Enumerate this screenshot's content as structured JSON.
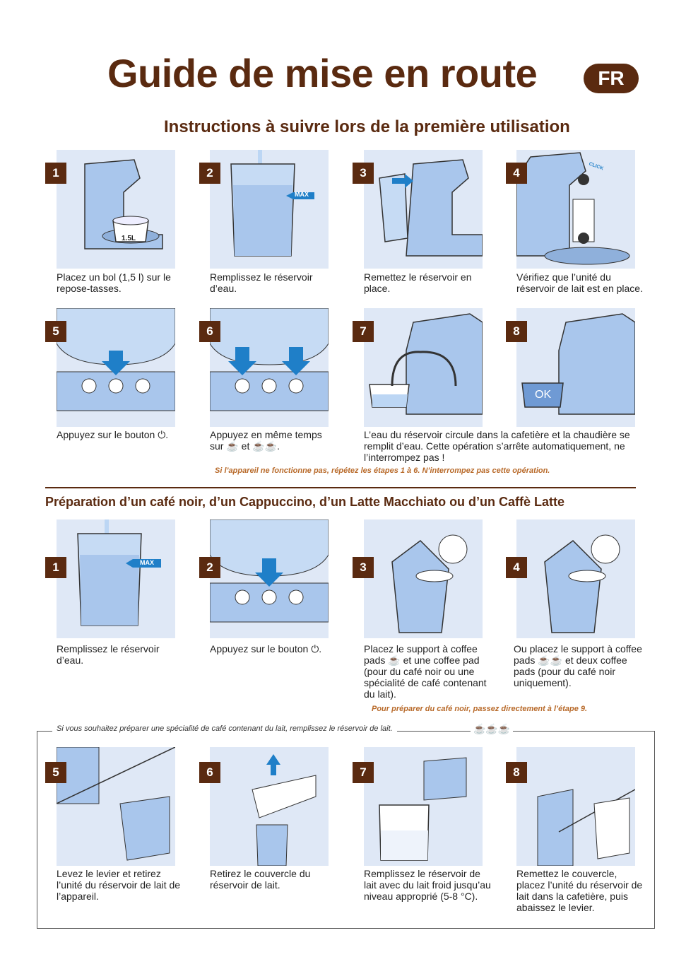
{
  "header": {
    "title": "Guide de mise en route",
    "lang": "FR",
    "subtitle1": "Instructions à suivre lors de la première utilisation",
    "subtitle2": "Préparation d’un café noir, d’un Cappuccino, d’un Latte Macchiato ou d’un Caffè Latte"
  },
  "section1": {
    "steps": [
      {
        "num": "1",
        "caption": "Placez un bol (1,5 l) sur le repose-tasses.",
        "label": "1.5L"
      },
      {
        "num": "2",
        "caption": "Remplissez le réservoir d’eau.",
        "label": "MAX"
      },
      {
        "num": "3",
        "caption": "Remettez le réservoir en place."
      },
      {
        "num": "4",
        "caption": "Vérifiez que l’unité du réservoir de lait est en place.",
        "label": "CLICK"
      },
      {
        "num": "5",
        "caption": "Appuyez sur le bouton ⏻."
      },
      {
        "num": "6",
        "caption": "Appuyez en même temps sur ☕ et ☕☕."
      },
      {
        "num": "7",
        "caption": "L’eau du réservoir circule dans la cafetière et la chaudière se remplit d’eau. Cette opération s’arrête automatiquement, ne l’interrompez pas !"
      },
      {
        "num": "8",
        "caption": "",
        "label": "OK"
      }
    ],
    "note": "Si l’appareil ne fonctionne pas, répétez les étapes 1 à 6. N’interrompez pas cette opération."
  },
  "section2": {
    "steps": [
      {
        "num": "1",
        "caption": "Remplissez le réservoir d’eau.",
        "label": "MAX"
      },
      {
        "num": "2",
        "caption": "Appuyez sur le bouton ⏻."
      },
      {
        "num": "3",
        "caption": "Placez le support à coffee pads ☕ et une coffee pad (pour du café noir ou une spécialité de café contenant du lait)."
      },
      {
        "num": "4",
        "caption": "Ou placez le support à coffee pads ☕☕ et deux coffee pads (pour du café noir uniquement)."
      }
    ],
    "note": "Pour préparer du café noir, passez directement à l’étape 9."
  },
  "section3": {
    "note": "Si vous souhaitez préparer une spécialité de café contenant du lait, remplissez le réservoir de lait.",
    "steps": [
      {
        "num": "5",
        "caption": "Levez le levier et retirez l’unité du réservoir de lait de l’appareil."
      },
      {
        "num": "6",
        "caption": "Retirez le couvercle du réservoir de lait."
      },
      {
        "num": "7",
        "caption": "Remplissez le réservoir de lait avec du lait froid jusqu’au niveau approprié (5-8 °C)."
      },
      {
        "num": "8",
        "caption": "Remettez le couvercle, placez l’unité du réservoir de lait dans la cafetière, puis abaissez le levier."
      }
    ]
  },
  "colors": {
    "brown": "#5a2a10",
    "panel": "#dfe8f6",
    "blue": "#1f7fc8",
    "machine": "#a9c6ec",
    "note": "#b86a2a"
  }
}
